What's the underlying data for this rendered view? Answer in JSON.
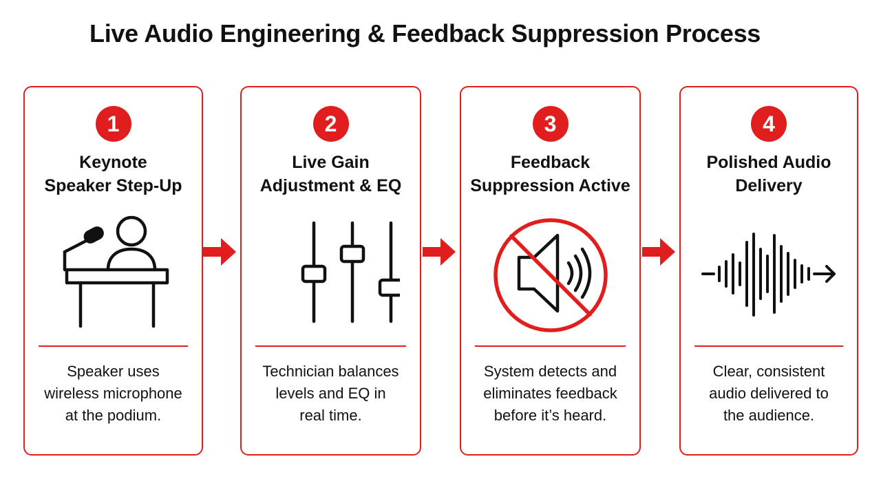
{
  "title": "Live Audio Engineering & Feedback Suppression Process",
  "accent_color": "#e01e1e",
  "steps": [
    {
      "number": "1",
      "title_lines": [
        "Keynote",
        "Speaker Step-Up"
      ],
      "icon": "speaker-podium-icon",
      "desc_lines": [
        "Speaker uses",
        "wireless microphone",
        "at the podium."
      ]
    },
    {
      "number": "2",
      "title_lines": [
        "Live Gain",
        "Adjustment & EQ"
      ],
      "icon": "mixer-sliders-icon",
      "desc_lines": [
        "Technician balances",
        "levels and EQ in",
        "real time."
      ]
    },
    {
      "number": "3",
      "title_lines": [
        "Feedback",
        "Suppression Active"
      ],
      "icon": "no-feedback-icon",
      "desc_lines": [
        "System detects and",
        "eliminates feedback",
        "before it’s heard."
      ]
    },
    {
      "number": "4",
      "title_lines": [
        "Polished Audio",
        "Delivery"
      ],
      "icon": "sound-wave-icon",
      "desc_lines": [
        "Clear, consistent",
        "audio delivered to",
        "the audience."
      ]
    }
  ]
}
